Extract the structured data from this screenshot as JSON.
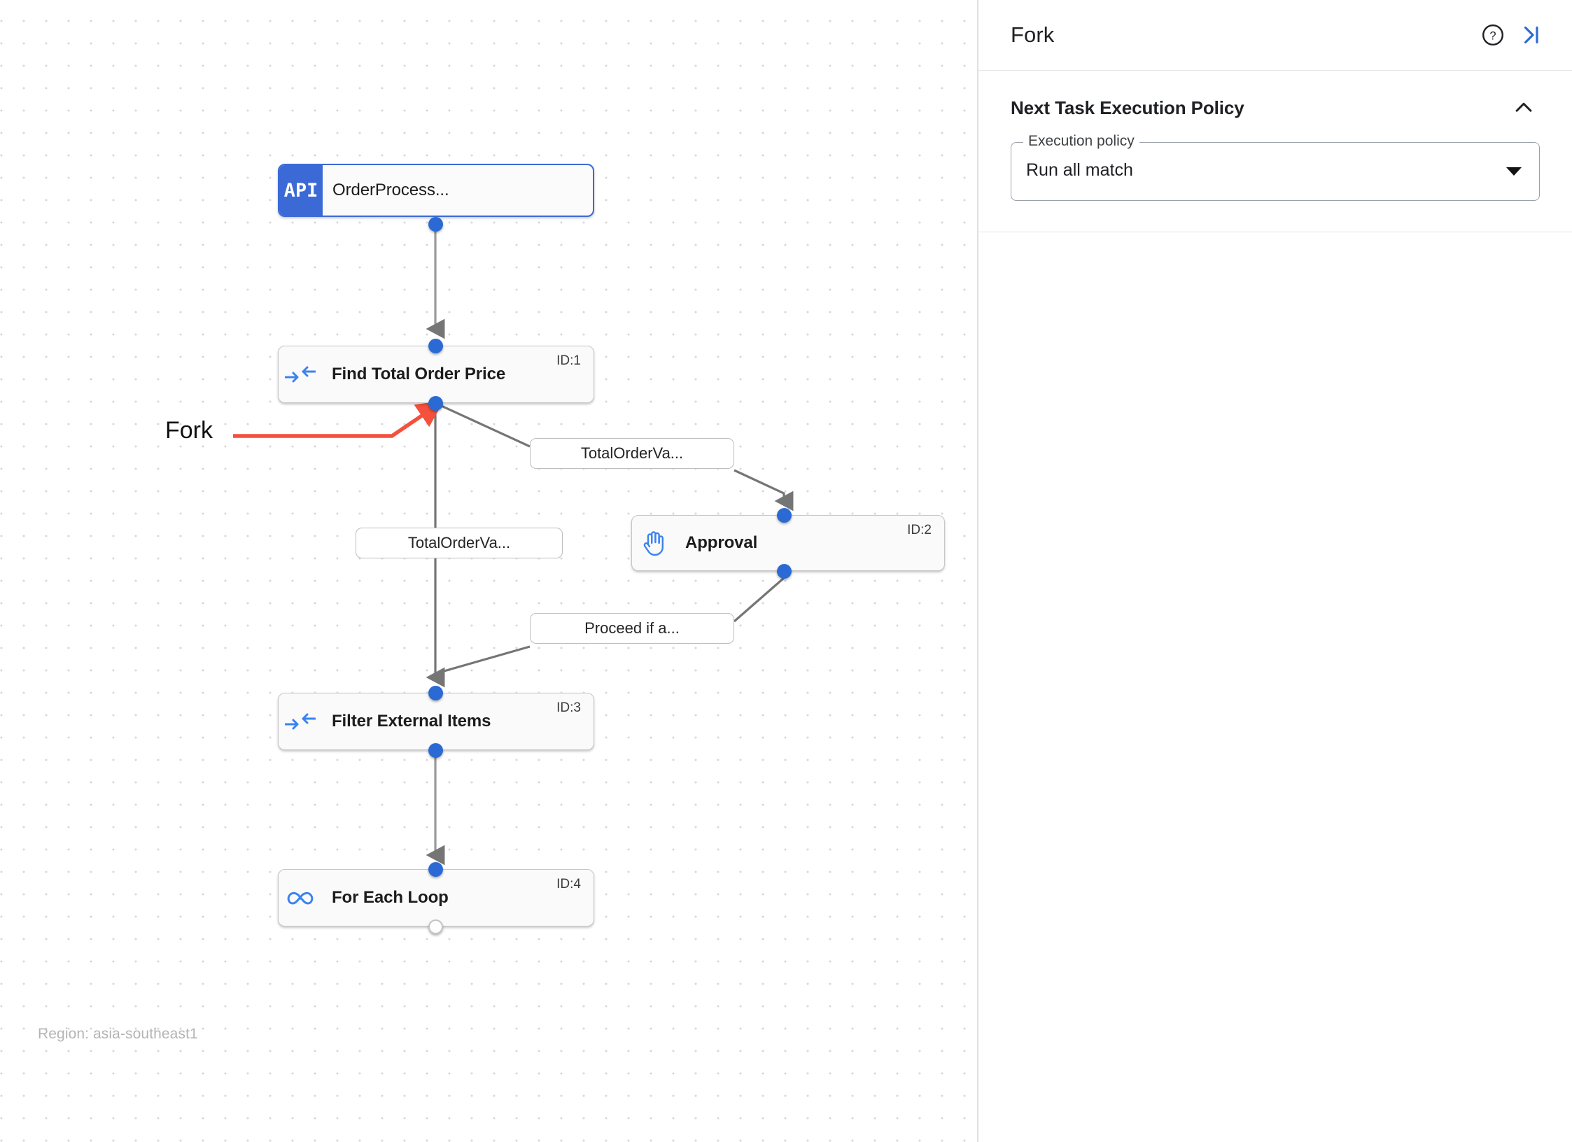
{
  "canvas": {
    "region_text": "Region: asia-southeast1",
    "annotation": {
      "label": "Fork",
      "color": "#f4503c"
    },
    "nodes": [
      {
        "id": "start",
        "icon": "api-icon",
        "badge": "API",
        "label": "OrderProcess...",
        "id_label": ""
      },
      {
        "id": "task1",
        "icon": "merge-arrows-icon",
        "badge": "",
        "label": "Find Total Order Price",
        "id_label": "ID:1"
      },
      {
        "id": "task2",
        "icon": "hand-icon",
        "badge": "",
        "label": "Approval",
        "id_label": "ID:2"
      },
      {
        "id": "task3",
        "icon": "merge-arrows-icon",
        "badge": "",
        "label": "Filter External Items",
        "id_label": "ID:3"
      },
      {
        "id": "task4",
        "icon": "infinity-icon",
        "badge": "",
        "label": "For Each Loop",
        "id_label": "ID:4"
      }
    ],
    "edge_labels": [
      {
        "id": "edge-label-1",
        "text": "TotalOrderVa..."
      },
      {
        "id": "edge-label-2",
        "text": "TotalOrderVa..."
      },
      {
        "id": "edge-label-3",
        "text": "Proceed if a..."
      }
    ],
    "colors": {
      "node_accent": "#3b6ad6",
      "connector": "#2b6ad4",
      "edge": "#757575"
    }
  },
  "panel": {
    "title": "Fork",
    "help_icon": "help-circle-icon",
    "collapse_icon": "collapse-right-icon",
    "section": {
      "title": "Next Task Execution Policy",
      "toggle_icon": "chevron-up-icon",
      "field": {
        "label": "Execution policy",
        "value": "Run all match",
        "arrow_icon": "chevron-down-icon"
      }
    }
  }
}
